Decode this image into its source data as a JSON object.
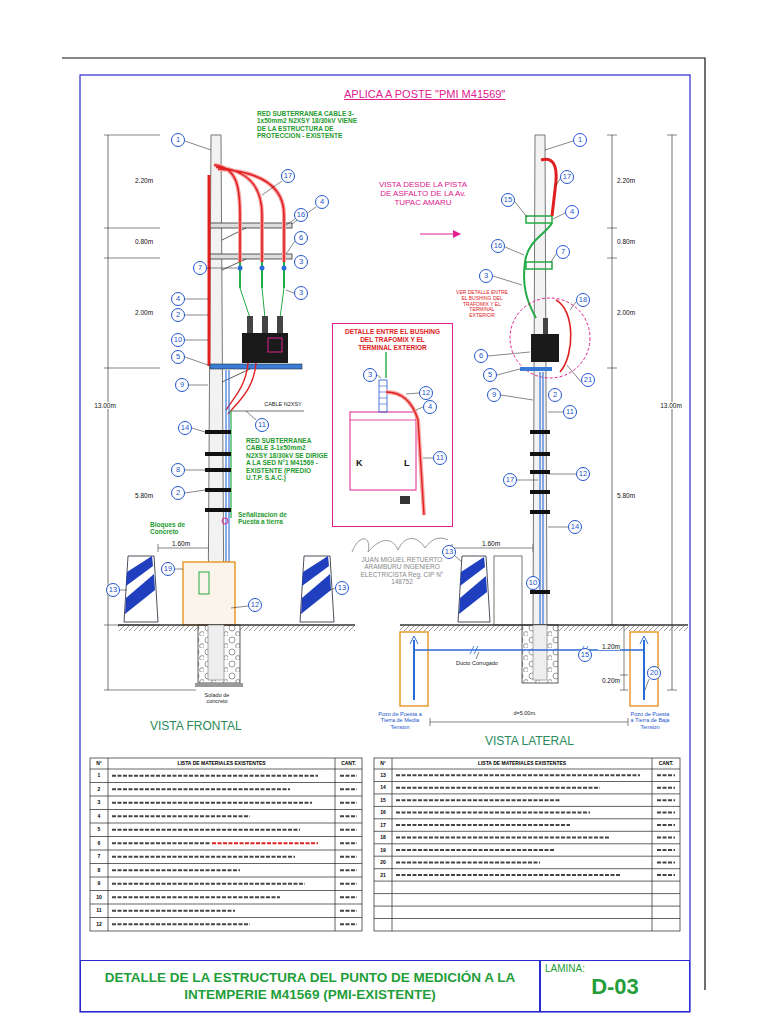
{
  "diagram": {
    "title": "APLICA A POSTE \"PMI M41569\"",
    "nodes": [
      {
        "text": [
          "1"
        ]
      },
      {
        "text": [
          "17"
        ]
      },
      {
        "text": [
          "4"
        ]
      },
      {
        "text": [
          "16"
        ]
      },
      {
        "text": [
          "6"
        ]
      },
      {
        "text": [
          "3"
        ]
      },
      {
        "text": [
          "7"
        ]
      },
      {
        "text": [
          "4"
        ]
      },
      {
        "text": [
          "2"
        ]
      },
      {
        "text": [
          "3"
        ]
      },
      {
        "text": [
          "10"
        ]
      },
      {
        "text": [
          "5"
        ]
      },
      {
        "text": [
          "9"
        ]
      },
      {
        "text": [
          "11"
        ]
      },
      {
        "text": [
          "14"
        ]
      },
      {
        "text": [
          "8"
        ]
      },
      {
        "text": [
          "2"
        ]
      },
      {
        "text": [
          "19"
        ]
      },
      {
        "text": [
          "13"
        ]
      },
      {
        "text": [
          "12"
        ]
      },
      {
        "text": [
          "13"
        ]
      },
      {
        "text": [
          "DETALLE ENTRE EL BUSHING DEL TRAFOMIX Y EL TERMINAL EXTERIOR"
        ]
      },
      {
        "text": [
          "3"
        ],
        "in": 21
      },
      {
        "text": [
          "12"
        ],
        "in": 21
      },
      {
        "text": [
          "4"
        ],
        "in": 21
      },
      {
        "text": [
          "11"
        ],
        "in": 21
      },
      {
        "text": [
          "1"
        ]
      },
      {
        "text": [
          "17"
        ]
      },
      {
        "text": [
          "15"
        ]
      },
      {
        "text": [
          "4"
        ]
      },
      {
        "text": [
          "16"
        ]
      },
      {
        "text": [
          "7"
        ]
      },
      {
        "text": [
          "3"
        ]
      },
      {
        "text": [
          "18"
        ]
      },
      {
        "text": [
          "6"
        ]
      },
      {
        "text": [
          "5"
        ]
      },
      {
        "text": [
          "9"
        ]
      },
      {
        "text": [
          "21"
        ]
      },
      {
        "text": [
          "2"
        ]
      },
      {
        "text": [
          "11"
        ]
      },
      {
        "text": [
          "17"
        ]
      },
      {
        "text": [
          "12"
        ]
      },
      {
        "text": [
          "14"
        ]
      },
      {
        "text": [
          "10"
        ]
      },
      {
        "text": [
          "13"
        ]
      },
      {
        "text": [
          "15"
        ]
      },
      {
        "text": [
          "20"
        ]
      },
      {
        "text": [
          "DETALLE DE LA ESTRUCTURA DEL PUNTO DE MEDICIÓN A LA INTEMPERIE M41569 (PMI-EXISTENTE)"
        ]
      },
      {
        "text": [
          "LAMINA:",
          "D-03"
        ]
      }
    ],
    "labels": [
      "RED SUBTERRANEA CABLE 3-1x50mm2 N2XSY 18/30kV VIENE DE LA ESTRUCTURA DE PROTECCION - EXISTENTE",
      "VISTA DESDE LA PISTA DE ASFALTO DE LA Av. TUPAC AMARU",
      "2.20m",
      "0.80m",
      "2.00m",
      "13.00m",
      "5.80m",
      "1.60m",
      "CABLE N2XSY",
      "RED SUBTERRANEA CABLE 3-1x50mm2 N2XSY 18/30kV SE DIRIGE A LA SED N°1 M41569 - EXISTENTE (PREDIO U.T.P. S.A.C.)",
      "Bloques de Concreto",
      "Señalizacion de Puesta a tierra",
      "Solado de concreto",
      "VISTA FRONTAL",
      "VER DETALLE ENTRE EL BUSHING DEL TRAFOMIX Y EL TERMINAL EXTERIOR",
      "2.20m",
      "0.80m",
      "2.00m",
      "13.00m",
      "5.80m",
      "1.60m",
      "1.20m",
      "0.20m",
      "Ducto Corrugado",
      "d=5.00m.",
      "Pozo de Puesta a Tierra de Media Tension",
      "Pozo de Puesta a Tierra de Baja Tension",
      "VISTA LATERAL",
      "K",
      "L",
      "JUAN MIGUEL RETUERTO ARAMBURU INGENIERO ELECTRICISTA Reg. CIP N° 148752",
      "N°",
      "LISTA DE MATERIALES EXISTENTES",
      "CANT.",
      "N°",
      "LISTA DE MATERIALES EXISTENTES",
      "CANT.",
      "1",
      "2",
      "3",
      "4",
      "5",
      "6",
      "7",
      "8",
      "9",
      "10",
      "11",
      "12",
      "13",
      "14",
      "15",
      "16",
      "17",
      "18",
      "19",
      "20",
      "21"
    ]
  }
}
